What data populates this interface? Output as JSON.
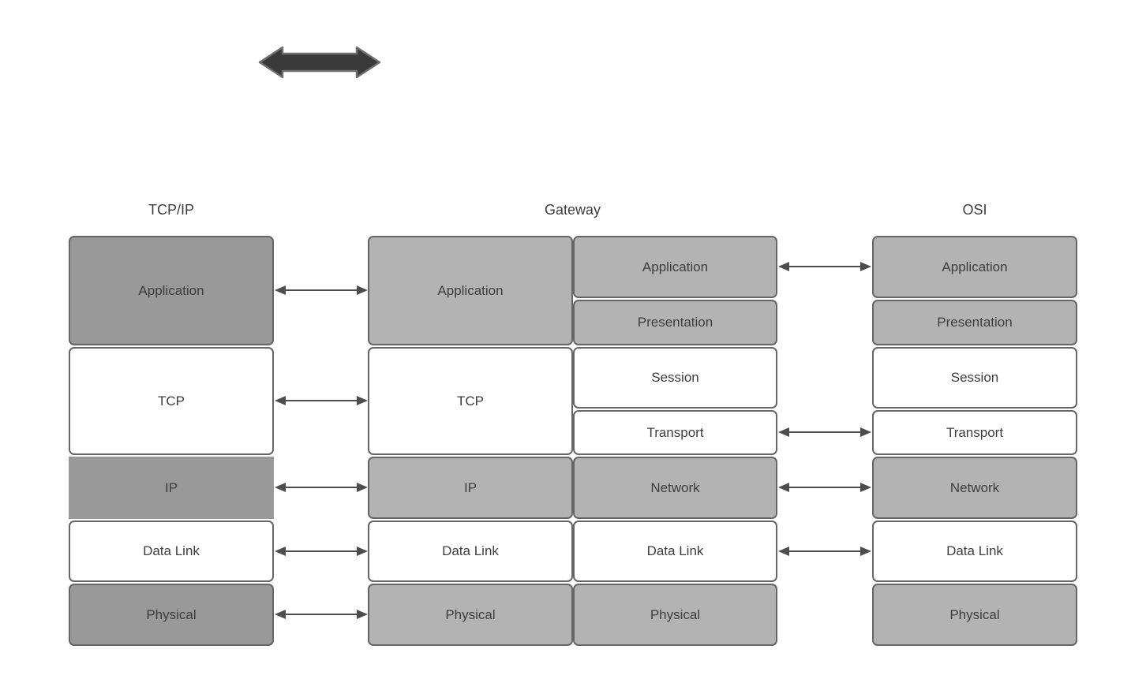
{
  "headers": {
    "tcpip": "TCP/IP",
    "gateway": "Gateway",
    "osi": "OSI"
  },
  "stacks": {
    "tcpip": {
      "layers": [
        {
          "label": "Application",
          "shade": "dark"
        },
        {
          "label": "TCP",
          "shade": "white"
        },
        {
          "label": "IP",
          "shade": "dark"
        },
        {
          "label": "Data Link",
          "shade": "white"
        },
        {
          "label": "Physical",
          "shade": "dark"
        }
      ]
    },
    "gateway_left": {
      "layers": [
        {
          "label": "Application",
          "shade": "light"
        },
        {
          "label": "TCP",
          "shade": "white"
        },
        {
          "label": "IP",
          "shade": "light"
        },
        {
          "label": "Data Link",
          "shade": "white"
        },
        {
          "label": "Physical",
          "shade": "light"
        }
      ]
    },
    "gateway_right": {
      "layers": [
        {
          "label": "Application",
          "shade": "light"
        },
        {
          "label": "Presentation",
          "shade": "light"
        },
        {
          "label": "Session",
          "shade": "white"
        },
        {
          "label": "Transport",
          "shade": "white"
        },
        {
          "label": "Network",
          "shade": "light"
        },
        {
          "label": "Data Link",
          "shade": "white"
        },
        {
          "label": "Physical",
          "shade": "light"
        }
      ]
    },
    "osi": {
      "layers": [
        {
          "label": "Application",
          "shade": "light"
        },
        {
          "label": "Presentation",
          "shade": "light"
        },
        {
          "label": "Session",
          "shade": "white"
        },
        {
          "label": "Transport",
          "shade": "white"
        },
        {
          "label": "Network",
          "shade": "light"
        },
        {
          "label": "Data Link",
          "shade": "white"
        },
        {
          "label": "Physical",
          "shade": "light"
        }
      ]
    }
  },
  "connections": {
    "tcpip_gateway": [
      "Application",
      "TCP",
      "IP",
      "Data Link",
      "Physical"
    ],
    "gateway_osi": [
      "Application",
      "Transport",
      "Network",
      "Data Link"
    ]
  },
  "colors": {
    "background": "#ffffff",
    "box_border": "#666666",
    "dark_fill": "#999999",
    "light_fill": "#b3b3b3",
    "white_fill": "#ffffff",
    "label_text": "#3d3d3d",
    "connector": "#4d4d4d",
    "big_arrow_fill": "#3a3a3a",
    "big_arrow_stroke": "#707070"
  }
}
